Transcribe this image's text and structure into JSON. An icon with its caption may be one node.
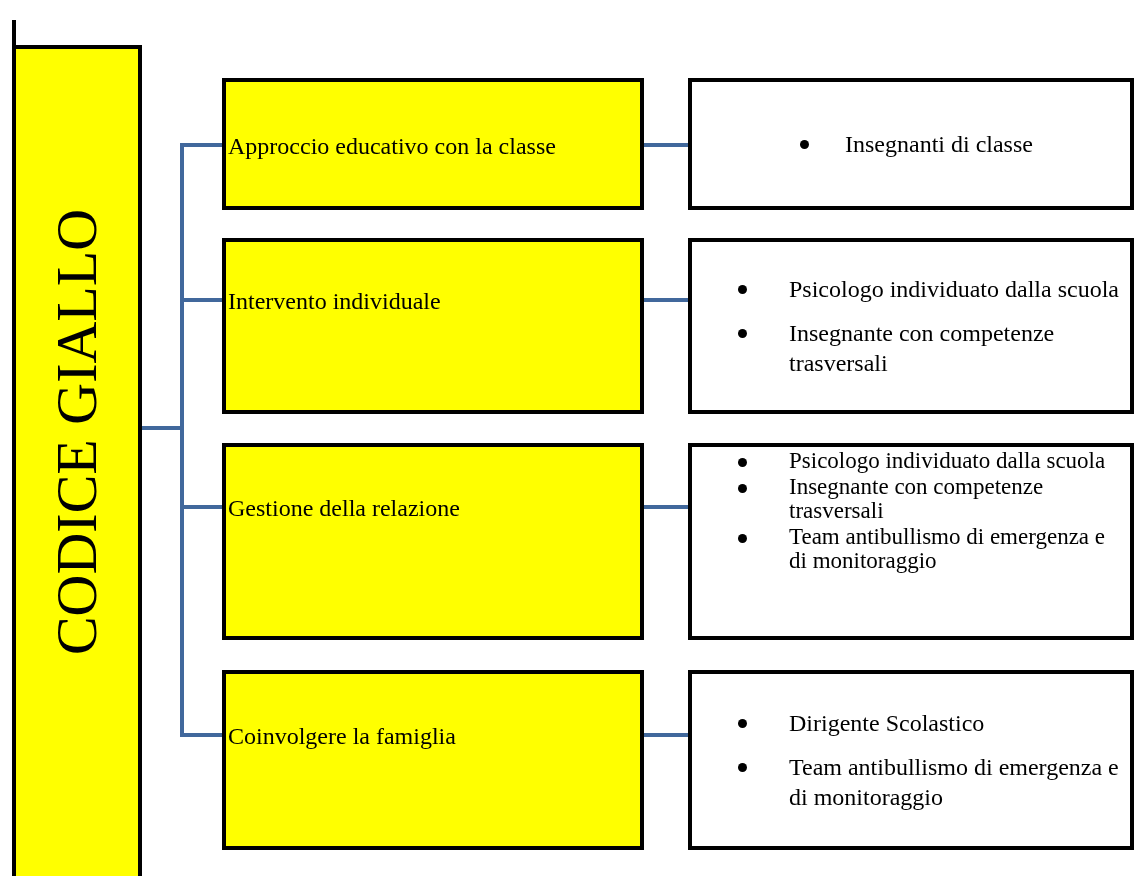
{
  "diagram": {
    "nodes": [
      {
        "text": [
          "CODICE GIALLO"
        ]
      },
      {
        "text": [
          "Approccio educativo con la classe"
        ]
      },
      {
        "text": [
          "Intervento individuale"
        ]
      },
      {
        "text": [
          "Gestione della relazione"
        ]
      },
      {
        "text": [
          "Coinvolgere la famiglia"
        ]
      },
      {
        "text": [
          "Insegnanti di  classe"
        ]
      },
      {
        "text": [
          "Psicologo individuato dalla scuola",
          "Insegnante con competenze trasversali"
        ]
      },
      {
        "text": [
          "Psicologo individuato dalla scuola",
          "Insegnante con competenze trasversali",
          "Team antibullismo di emergenza e di monitoraggio"
        ]
      },
      {
        "text": [
          "Dirigente Scolastico",
          "Team antibullismo di emergenza e di monitoraggio"
        ]
      }
    ],
    "edges": [
      {
        "from": 0,
        "to": 1,
        "arrow": "none"
      },
      {
        "from": 0,
        "to": 2,
        "arrow": "none"
      },
      {
        "from": 0,
        "to": 3,
        "arrow": "none"
      },
      {
        "from": 0,
        "to": 4,
        "arrow": "none"
      },
      {
        "from": 1,
        "to": 5,
        "arrow": "none"
      },
      {
        "from": 2,
        "to": 6,
        "arrow": "none"
      },
      {
        "from": 3,
        "to": 7,
        "arrow": "none"
      },
      {
        "from": 4,
        "to": 8,
        "arrow": "none"
      }
    ]
  }
}
